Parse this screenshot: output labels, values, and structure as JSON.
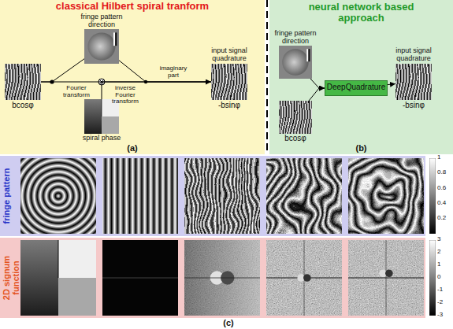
{
  "diagram": {
    "nodes": [
      {
        "text": [
          "classical Hilbert spiral tranform",
          "(a)"
        ]
      },
      {
        "text": [
          "bcosφ"
        ],
        "in": 0
      },
      {
        "text": [
          "fringe pattern direction"
        ],
        "in": 0
      },
      {
        "text": [
          "spiral phase"
        ],
        "in": 0
      },
      {
        "text": [
          "input signal quadrature",
          "-bsinφ"
        ],
        "in": 0
      },
      {
        "text": [
          "neural network based approach",
          "(b)"
        ]
      },
      {
        "text": [
          "fringe pattern direction"
        ],
        "in": 5
      },
      {
        "text": [
          "bcosφ"
        ],
        "in": 5
      },
      {
        "text": [
          "DeepQuadrature"
        ],
        "in": 5
      },
      {
        "text": [
          "input signal quadrature",
          "-bsinφ"
        ],
        "in": 5
      },
      {
        "text": [
          "fringe pattern"
        ]
      },
      {
        "text": [
          "2D signum function"
        ]
      }
    ],
    "edges": [
      {
        "from": 1,
        "to": 2,
        "arrow": "none"
      },
      {
        "from": 2,
        "to": 4,
        "arrow": "none"
      },
      {
        "from": 1,
        "to": 4,
        "arrow": "to"
      },
      {
        "from": 3,
        "to": 4,
        "arrow": "none"
      },
      {
        "from": 6,
        "to": 8,
        "arrow": "to"
      },
      {
        "from": 7,
        "to": 8,
        "arrow": "to"
      },
      {
        "from": 8,
        "to": 9,
        "arrow": "to"
      }
    ],
    "labels": [
      "Fourier transform",
      "inverse Fourier transform",
      "imaginary part",
      "(c)",
      "1",
      "0.8",
      "0.6",
      "0.4",
      "0.2",
      "3",
      "2",
      "1",
      "0",
      "-1",
      "-2",
      "-3"
    ]
  }
}
